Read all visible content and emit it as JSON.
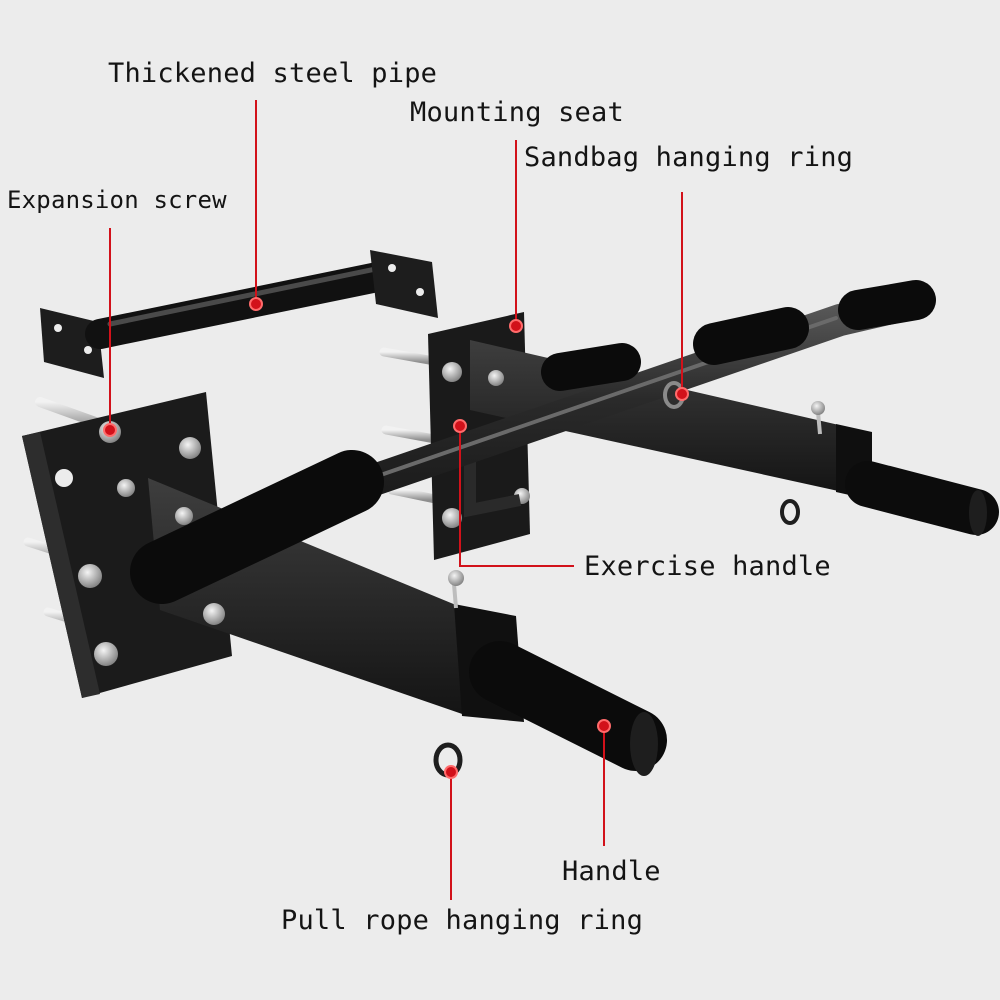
{
  "labels": {
    "thickened_steel_pipe": "Thickened steel pipe",
    "mounting_seat": "Mounting seat",
    "sandbag_hanging_ring": "Sandbag hanging ring",
    "expansion_screw": "Expansion screw",
    "exercise_handle": "Exercise handle",
    "handle": "Handle",
    "pull_rope_hanging_ring": "Pull rope hanging ring"
  },
  "colors": {
    "background": "#ececec",
    "steel_black": "#1c1c1c",
    "foam_black": "#0c0c0c",
    "callout_red": "#d2111a",
    "label_text": "#141414",
    "bolt_silver": "#c9c9c9"
  }
}
